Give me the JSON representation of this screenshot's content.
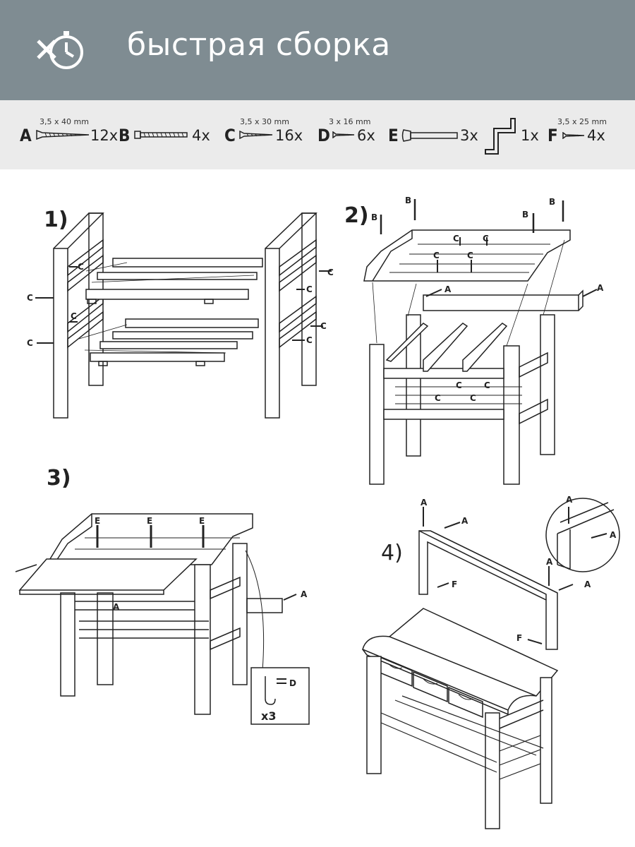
{
  "header": {
    "title": "быстрая сборка",
    "icon": "stopwatch-tools-icon",
    "background_color": "#7f8c92"
  },
  "parts": [
    {
      "letter": "A",
      "size": "3,5 x 40 mm",
      "qty": "12x",
      "icon": "long-screw-icon"
    },
    {
      "letter": "B",
      "size": "",
      "qty": "4x",
      "icon": "bolt-icon"
    },
    {
      "letter": "C",
      "size": "3,5 x 30 mm",
      "qty": "16x",
      "icon": "screw-icon"
    },
    {
      "letter": "D",
      "size": "3 x 16 mm",
      "qty": "6x",
      "icon": "short-screw-icon"
    },
    {
      "letter": "E",
      "size": "",
      "qty": "3x",
      "icon": "knob-icon"
    },
    {
      "letter": "",
      "size": "",
      "qty": "1x",
      "icon": "z-bracket-icon"
    },
    {
      "letter": "F",
      "size": "3,5 x 25 mm",
      "qty": "4x",
      "icon": "small-screw-icon"
    }
  ],
  "steps": [
    {
      "number": "1)",
      "labels": [
        "C",
        "C",
        "C",
        "C",
        "C",
        "C",
        "C",
        "C"
      ]
    },
    {
      "number": "2)",
      "labels": [
        "B",
        "B",
        "B",
        "B",
        "C",
        "C",
        "C",
        "C",
        "C",
        "C",
        "C",
        "C",
        "A",
        "A"
      ]
    },
    {
      "number": "3)",
      "labels": [
        "E",
        "E",
        "E",
        "A",
        "A",
        "D"
      ],
      "detail_qty": "x3"
    },
    {
      "number": "4)",
      "labels": [
        "A",
        "A",
        "A",
        "A",
        "A",
        "A",
        "F",
        "F"
      ]
    }
  ]
}
